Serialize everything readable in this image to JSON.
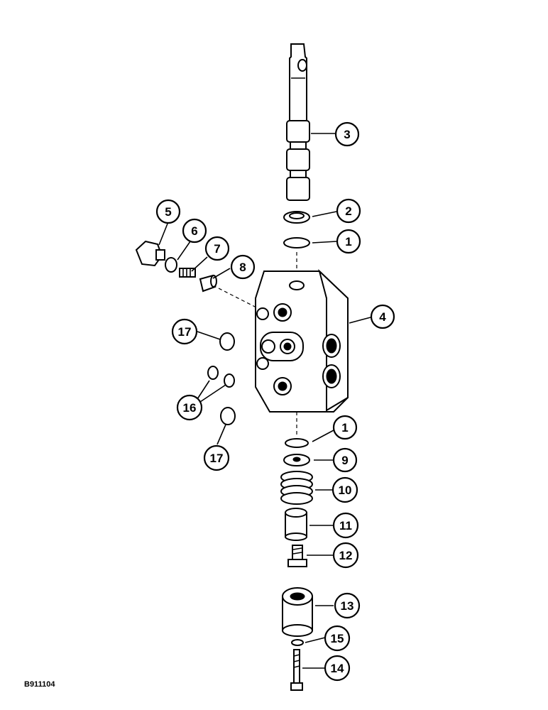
{
  "figure_code": "B911104",
  "callouts": [
    {
      "id": "c1a",
      "label": "1"
    },
    {
      "id": "c2",
      "label": "2"
    },
    {
      "id": "c3",
      "label": "3"
    },
    {
      "id": "c4",
      "label": "4"
    },
    {
      "id": "c5",
      "label": "5"
    },
    {
      "id": "c6",
      "label": "6"
    },
    {
      "id": "c7",
      "label": "7"
    },
    {
      "id": "c8",
      "label": "8"
    },
    {
      "id": "c17a",
      "label": "17"
    },
    {
      "id": "c16",
      "label": "16"
    },
    {
      "id": "c17b",
      "label": "17"
    },
    {
      "id": "c1b",
      "label": "1"
    },
    {
      "id": "c9",
      "label": "9"
    },
    {
      "id": "c10",
      "label": "10"
    },
    {
      "id": "c11",
      "label": "11"
    },
    {
      "id": "c12",
      "label": "12"
    },
    {
      "id": "c13",
      "label": "13"
    },
    {
      "id": "c15",
      "label": "15"
    },
    {
      "id": "c14",
      "label": "14"
    }
  ]
}
